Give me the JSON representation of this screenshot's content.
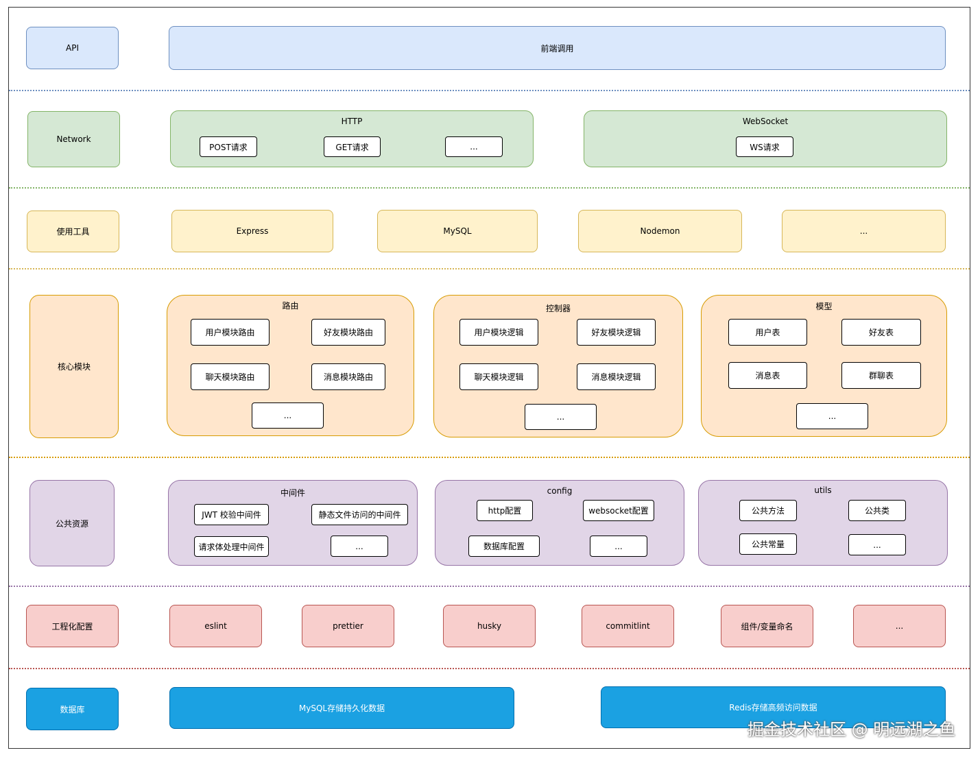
{
  "layers": {
    "api": {
      "label": "API",
      "content": "前端调用"
    },
    "network": {
      "label": "Network",
      "http": {
        "title": "HTTP",
        "items": [
          "POST请求",
          "GET请求",
          "..."
        ]
      },
      "websocket": {
        "title": "WebSocket",
        "items": [
          "WS请求"
        ]
      }
    },
    "tools": {
      "label": "使用工具",
      "items": [
        "Express",
        "MySQL",
        "Nodemon",
        "..."
      ]
    },
    "core": {
      "label": "核心模块",
      "routes": {
        "title": "路由",
        "items": [
          "用户模块路由",
          "好友模块路由",
          "聊天模块路由",
          "消息模块路由",
          "..."
        ]
      },
      "controllers": {
        "title": "控制器",
        "items": [
          "用户模块逻辑",
          "好友模块逻辑",
          "聊天模块逻辑",
          "消息模块逻辑",
          "..."
        ]
      },
      "models": {
        "title": "模型",
        "items": [
          "用户表",
          "好友表",
          "消息表",
          "群聊表",
          "..."
        ]
      }
    },
    "shared": {
      "label": "公共资源",
      "middleware": {
        "title": "中间件",
        "items": [
          "JWT 校验中间件",
          "静态文件访问的中间件",
          "请求体处理中间件",
          "..."
        ]
      },
      "config": {
        "title": "config",
        "items": [
          "http配置",
          "websocket配置",
          "数据库配置",
          "..."
        ]
      },
      "utils": {
        "title": "utils",
        "items": [
          "公共方法",
          "公共类",
          "公共常量",
          "..."
        ]
      }
    },
    "engineering": {
      "label": "工程化配置",
      "items": [
        "eslint",
        "prettier",
        "husky",
        "commitlint",
        "组件/变量命名",
        "..."
      ]
    },
    "database": {
      "label": "数据库",
      "mysql": "MySQL存储持久化数据",
      "redis": "Redis存储高频访问数据"
    }
  },
  "watermark": "掘金技术社区 @ 明远湖之鱼",
  "colors": {
    "separator_blue": "#6c8ebf",
    "separator_green": "#82b366",
    "separator_yellow": "#d6b656",
    "separator_orange": "#d79b00",
    "separator_purple": "#9673a6",
    "separator_red": "#b85450"
  }
}
